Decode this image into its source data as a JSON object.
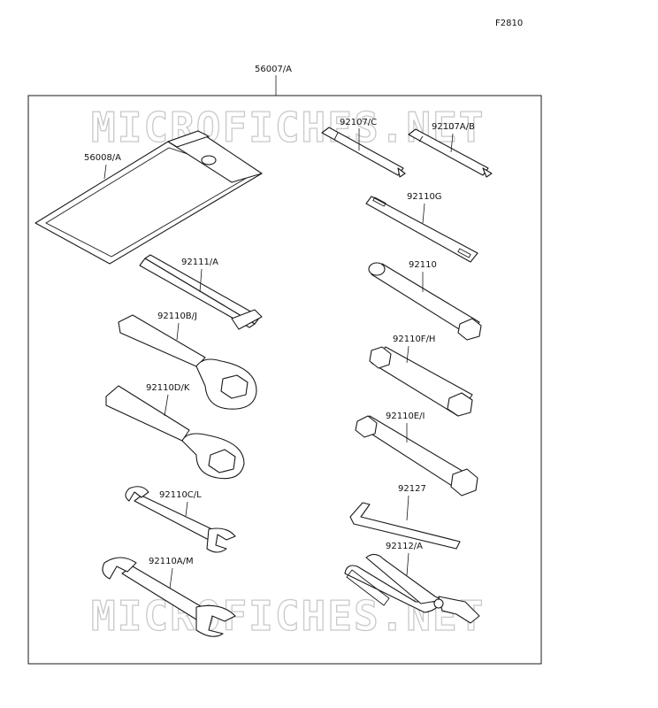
{
  "figure_code": "F2810",
  "assembly_label": "56007/A",
  "watermark": "MICROFICHES.NET",
  "parts": [
    {
      "id": "56008/A"
    },
    {
      "id": "92111/A"
    },
    {
      "id": "92110B/J"
    },
    {
      "id": "92110D/K"
    },
    {
      "id": "92110C/L"
    },
    {
      "id": "92110A/M"
    },
    {
      "id": "92107/C"
    },
    {
      "id": "92107A/B"
    },
    {
      "id": "92110G"
    },
    {
      "id": "92110"
    },
    {
      "id": "92110F/H"
    },
    {
      "id": "92110E/I"
    },
    {
      "id": "92127"
    },
    {
      "id": "92112/A"
    }
  ]
}
